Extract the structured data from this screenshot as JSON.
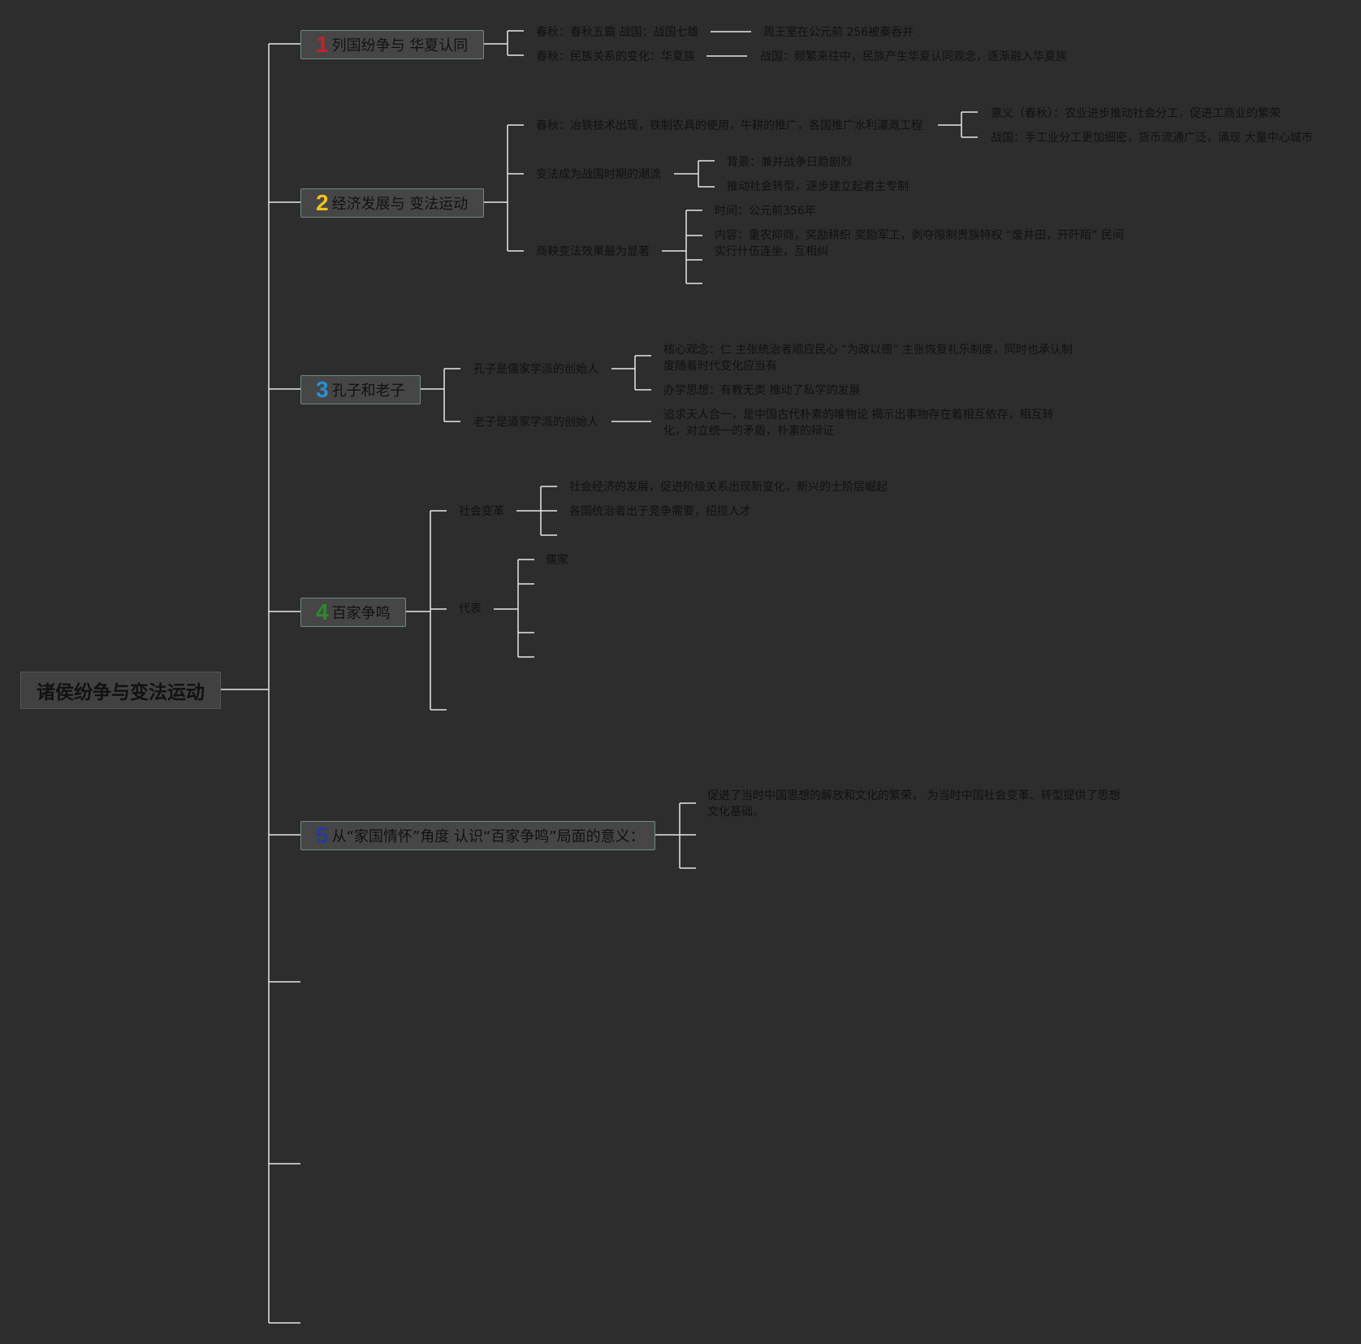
{
  "root": {
    "title": "诸侯纷争与变法运动"
  },
  "colors": {
    "background": "#2d2d2d",
    "line": "#e6e6e6",
    "topic_border": "#6f8a80",
    "num1": "#c8202a",
    "num2": "#f0c419",
    "num3": "#2a8fd4",
    "num4": "#2a8a2a",
    "num5": "#2a3a9a"
  },
  "topics": [
    {
      "num": "1",
      "label": "列国纷争与 华夏认同",
      "children": [
        {
          "text": "春秋：春秋五霸 战国：战国七雄",
          "detail": "周王室在公元前 256被秦吞并"
        },
        {
          "text": "春秋：民族关系的变化：华夏族",
          "detail": "战国：频繁来往中，民族产生华夏认同观念，逐渐融入华夏族"
        }
      ]
    },
    {
      "num": "2",
      "label": "经济发展与 变法运动",
      "children": [
        {
          "text": "春秋：冶铁技术出现，铁制农具的使用，牛耕的推广，各国推广水利灌溉工程",
          "subs": [
            "意义（春秋）：农业进步推动社会分工，促进工商业的繁荣",
            "战国：手工业分工更加细密，货币流通广泛，涌现 大量中心城市"
          ]
        },
        {
          "text": "变法成为战国时期的潮流",
          "subs": [
            "背景：兼并战争日趋剧烈",
            "推动社会转型，逐步建立起君主专制"
          ]
        },
        {
          "text": "商鞅变法效果最为显著",
          "subs": [
            "时间：公元前356年",
            "内容：重农抑商，奖励耕织 奖励军工，剥夺限制贵族特权 “废井田，开阡陌” 民间实行什伍连坐，互相纠"
          ]
        }
      ]
    },
    {
      "num": "3",
      "label": "孔子和老子",
      "children": [
        {
          "text": "孔子是儒家学派的创始人",
          "subs": [
            "核心观念：仁 主张统治者顺应民心 “为政以德” 主张恢复礼乐制度，同时也承认制度随着时代变化应当有",
            "办学思想：有教无类 推动了私学的发展"
          ]
        },
        {
          "text": "老子是道家学派的创始人",
          "subs": [
            "追求天人合一，是中国古代朴素的唯物论 揭示出事物存在着相互依存，相互转化，对立统一的矛盾，朴素的辩证"
          ]
        }
      ]
    },
    {
      "num": "4",
      "label": "百家争鸣",
      "children": [
        {
          "text": "社会变革",
          "subs": [
            "社会经济的发展，促进阶级关系出现新变化，新兴的士阶层崛起",
            "各国统治者出于竞争需要，招揽人才"
          ]
        },
        {
          "text": "代表",
          "subs": [
            "儒家"
          ]
        }
      ]
    },
    {
      "num": "5",
      "label": "从“家国情怀”角度 认识“百家争鸣”局面的意义：",
      "children": [
        {
          "text": "促进了当时中国思想的解放和文化的繁荣， 为当时中国社会变革、转型提供了思想文化基础。"
        }
      ]
    }
  ]
}
